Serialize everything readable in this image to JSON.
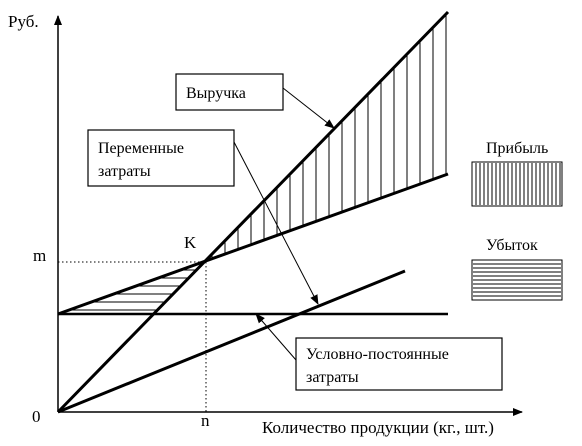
{
  "axes": {
    "y_label": "Руб.",
    "x_label": "Количество продукции (кг., шт.)",
    "origin_label": "0",
    "y_tick_label": "m",
    "x_tick_label": "n"
  },
  "point_label": "K",
  "callouts": {
    "revenue": "Выручка",
    "variable_costs_line1": "Переменные",
    "variable_costs_line2": "затраты",
    "fixed_costs_line1": "Условно-постоянные",
    "fixed_costs_line2": "затраты"
  },
  "legend": {
    "profit": "Прибыль",
    "loss": "Убыток"
  }
}
